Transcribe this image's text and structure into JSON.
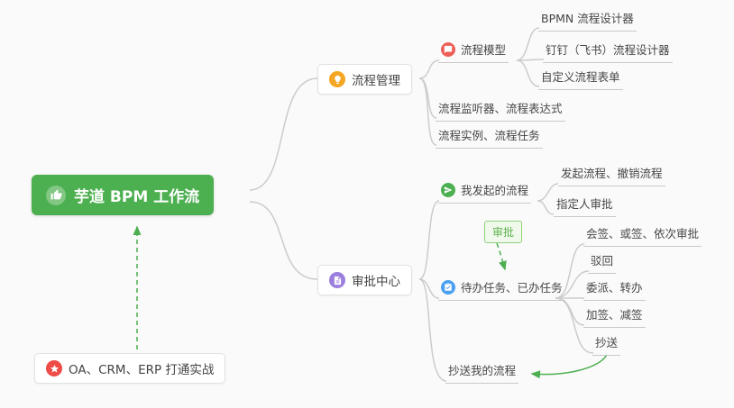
{
  "root": {
    "label": "芋道 BPM 工作流"
  },
  "process_management": {
    "label": "流程管理",
    "process_model": {
      "label": "流程模型",
      "bpmn_designer": {
        "label": "BPMN 流程设计器"
      },
      "dingtalk_feishu_designer": {
        "label": "钉钉（飞书）流程设计器"
      },
      "custom_form": {
        "label": "自定义流程表单"
      }
    },
    "listener_expression": {
      "label": "流程监听器、流程表达式"
    },
    "instance_task": {
      "label": "流程实例、流程任务"
    }
  },
  "approval_center": {
    "label": "审批中心",
    "my_initiated": {
      "label": "我发起的流程",
      "initiate_cancel": {
        "label": "发起流程、撤销流程"
      },
      "assignee_approve": {
        "label": "指定人审批"
      }
    },
    "todo_done": {
      "label": "待办任务、已办任务",
      "countersign": {
        "label": "会签、或签、依次审批"
      },
      "reject": {
        "label": "驳回"
      },
      "delegate_transfer": {
        "label": "委派、转办"
      },
      "add_reduce_sign": {
        "label": "加签、减签"
      },
      "cc": {
        "label": "抄送"
      }
    },
    "cc_my_process": {
      "label": "抄送我的流程"
    }
  },
  "practice": {
    "label": "OA、CRM、ERP 打通实战"
  },
  "approval_badge": {
    "label": "审批"
  },
  "icons": {
    "root": "thumbs-up-icon",
    "process_management": "lightbulb-icon",
    "process_model": "chat-bubble-icon",
    "my_initiated": "paper-plane-icon",
    "todo_done": "task-list-icon",
    "approval_center": "document-icon",
    "practice": "star-icon"
  },
  "colors": {
    "root_bg": "#4caf50",
    "connector": "#cccccc",
    "arrow_green": "#4caf50",
    "icon_process_management": "#f5a623",
    "icon_process_model": "#ed5e57",
    "icon_my_initiated": "#4caf50",
    "icon_todo_done": "#4a9ff0",
    "icon_approval_center": "#9b7ede",
    "icon_practice": "#ef4b47",
    "badge_border": "#8ed37a",
    "badge_text": "#5fb14e"
  }
}
